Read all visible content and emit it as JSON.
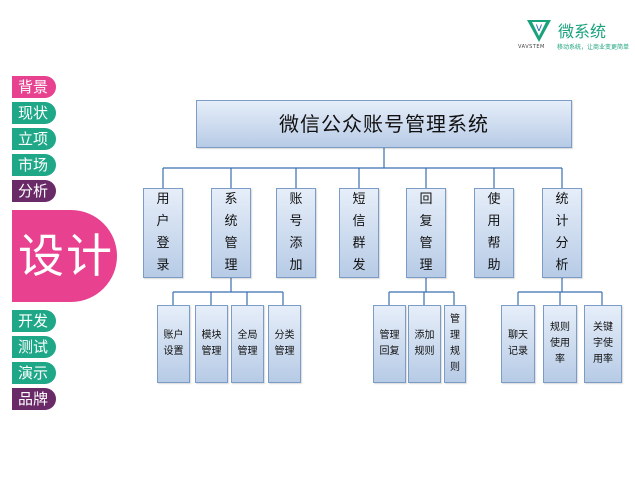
{
  "menu": {
    "items_top": [
      "背景",
      "现状",
      "立项",
      "市场",
      "分析"
    ],
    "active": "设计",
    "items_bottom": [
      "开发",
      "测试",
      "演示",
      "品牌"
    ]
  },
  "logo": {
    "mark": "V",
    "small_text": "VAVSTEM",
    "title": "微系统",
    "subtitle": "移动系统，让商业变更简单"
  },
  "diagram": {
    "root": "微信公众账号管理系统",
    "level1": [
      "用户登录",
      "系统管理",
      "账号添加",
      "短信群发",
      "回复管理",
      "使用帮助",
      "统计分析"
    ],
    "system_children": [
      "账户设置",
      "模块管理",
      "全局管理",
      "分类管理"
    ],
    "reply_children": [
      "管理回复",
      "添加规则",
      "管理规则"
    ],
    "stats_children": [
      "聊天记录",
      "规则使用率",
      "关键字使用率"
    ]
  }
}
